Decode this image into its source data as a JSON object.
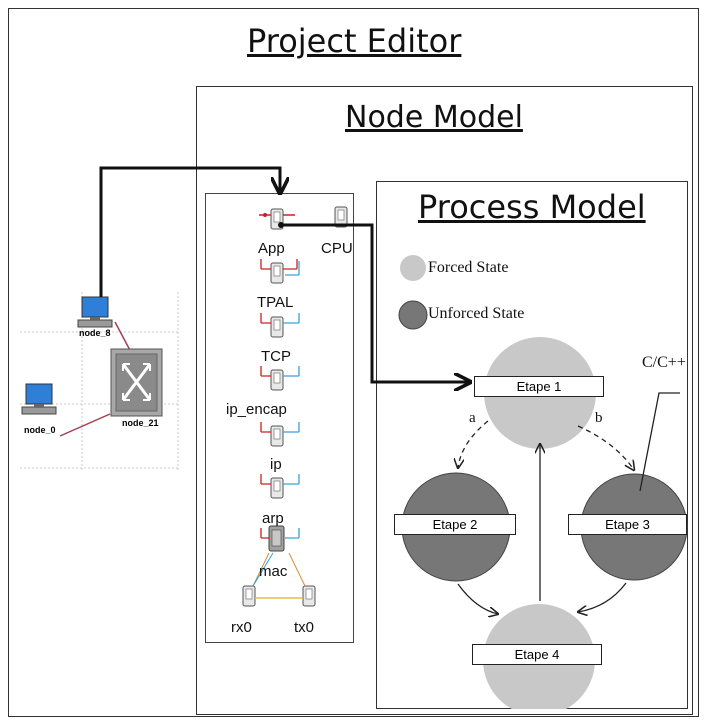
{
  "project_editor": {
    "title": "Project Editor"
  },
  "node_model": {
    "title": "Node Model",
    "modules": [
      "App",
      "CPU",
      "TPAL",
      "TCP",
      "ip_encap",
      "ip",
      "arp",
      "mac",
      "rx0",
      "tx0"
    ]
  },
  "process_model": {
    "title": "Process Model",
    "legend": {
      "forced": "Forced State",
      "unforced": "Unforced State"
    },
    "states": [
      "Etape 1",
      "Etape 2",
      "Etape 3",
      "Etape 4"
    ],
    "transitions": {
      "a": "a",
      "b": "b"
    },
    "annotation": "C/C++"
  },
  "network": {
    "nodes": [
      "node_8",
      "node_0",
      "node_21"
    ]
  },
  "colors": {
    "forced": "#c8c8c8",
    "unforced": "#777777",
    "monitor": "#2f7fd8",
    "stack_red": "#cc2020",
    "stack_blue": "#3aa0d8"
  }
}
